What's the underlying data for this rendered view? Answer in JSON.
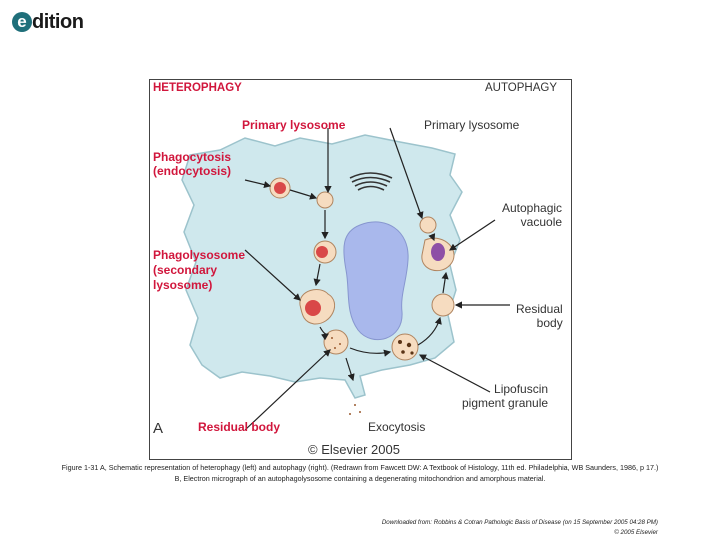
{
  "logo": {
    "mark": "e",
    "text": "dition"
  },
  "figure": {
    "heading_left": "HETEROPHAGY",
    "heading_right": "AUTOPHAGY",
    "labels": {
      "primary_lysosome_left": "Primary lysosome",
      "primary_lysosome_right": "Primary lysosome",
      "phagocytosis": "Phagocytosis\n(endocytosis)",
      "autophagic_vacuole": "Autophagic\nvacuole",
      "phagolysosome": "Phagolysosome\n(secondary\nlysosome)",
      "residual_body_right": "Residual\nbody",
      "lipofuscin": "Lipofuscin\npigment granule",
      "exocytosis": "Exocytosis",
      "residual_body_bottom": "Residual body",
      "panel_letter": "A",
      "copyright": "© Elsevier 2005"
    },
    "colors": {
      "cell": "#cfe8ed",
      "cell_edge": "#9cc3cc",
      "nucleus": "#a9b8ec",
      "lysosome": "#f6dcc0",
      "accent_red": "#d1163c"
    }
  },
  "caption": "Figure 1-31 A, Schematic representation of heterophagy (left) and autophagy (right). (Redrawn from Fawcett DW: A Textbook of Histology, 11th ed. Philadelphia, WB Saunders, 1986, p 17.) B, Electron micrograph of an autophagolysosome containing a degenerating mitochondrion and amorphous material.",
  "footer": {
    "downloaded": "Downloaded from: Robbins & Cotran Pathologic Basis of Disease (on 15 September 2005 04:28 PM)",
    "copyright": "© 2005 Elsevier"
  }
}
